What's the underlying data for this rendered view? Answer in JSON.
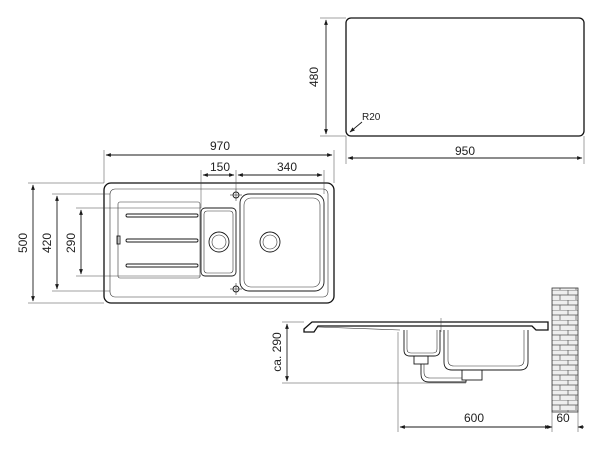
{
  "cutout": {
    "width_label": "950",
    "height_label": "480",
    "radius_label": "R20"
  },
  "plan": {
    "overall_width_label": "970",
    "bowl_small_width_label": "150",
    "bowl_large_width_label": "340",
    "overall_depth_label": "500",
    "inner_depth_label": "420",
    "bowl_depth_label": "290"
  },
  "section": {
    "height_label": "ca. 290",
    "cabinet_label": "600",
    "wall_offset_label": "60"
  },
  "colors": {
    "line": "#1a1a1a",
    "brick_fill": "#eeeeee",
    "sink_fill": "#f4f4f4"
  }
}
